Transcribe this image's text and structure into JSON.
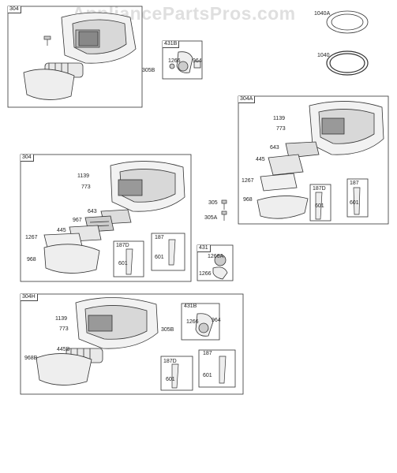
{
  "watermark": "AppliancePartsPros.com",
  "labels": {
    "g304": {
      "tag": "304",
      "1139": "1139",
      "773": "773",
      "643": "643",
      "967": "967",
      "445": "445",
      "1267": "1267",
      "968": "968",
      "s187D": "187D",
      "s187D_601": "601",
      "s187": "187",
      "s187_601": "601"
    },
    "g431B_top": {
      "tag": "431B",
      "1266": "1266",
      "964": "964",
      "305B": "305B"
    },
    "rings": {
      "1040A": "1040A",
      "1040": "1040"
    },
    "g304A": {
      "tag": "304A",
      "1139": "1139",
      "773": "773",
      "643": "643",
      "445": "445",
      "1267": "1267",
      "968": "968",
      "s187D": "187D",
      "s187D_601": "601",
      "s187": "187",
      "s187_601": "601"
    },
    "loose": {
      "305": "305",
      "305A": "305A"
    },
    "g431": {
      "tag": "431",
      "1266A": "1266A",
      "1266": "1266"
    },
    "g304H": {
      "tag": "304H",
      "1139": "1139",
      "773": "773",
      "445B": "445B",
      "968B": "968B",
      "s431B": "431B",
      "s431B_1266": "1266",
      "s431B_964": "964",
      "305B": "305B",
      "s187D": "187D",
      "s187D_601": "601",
      "s187": "187",
      "s187_601": "601"
    }
  }
}
